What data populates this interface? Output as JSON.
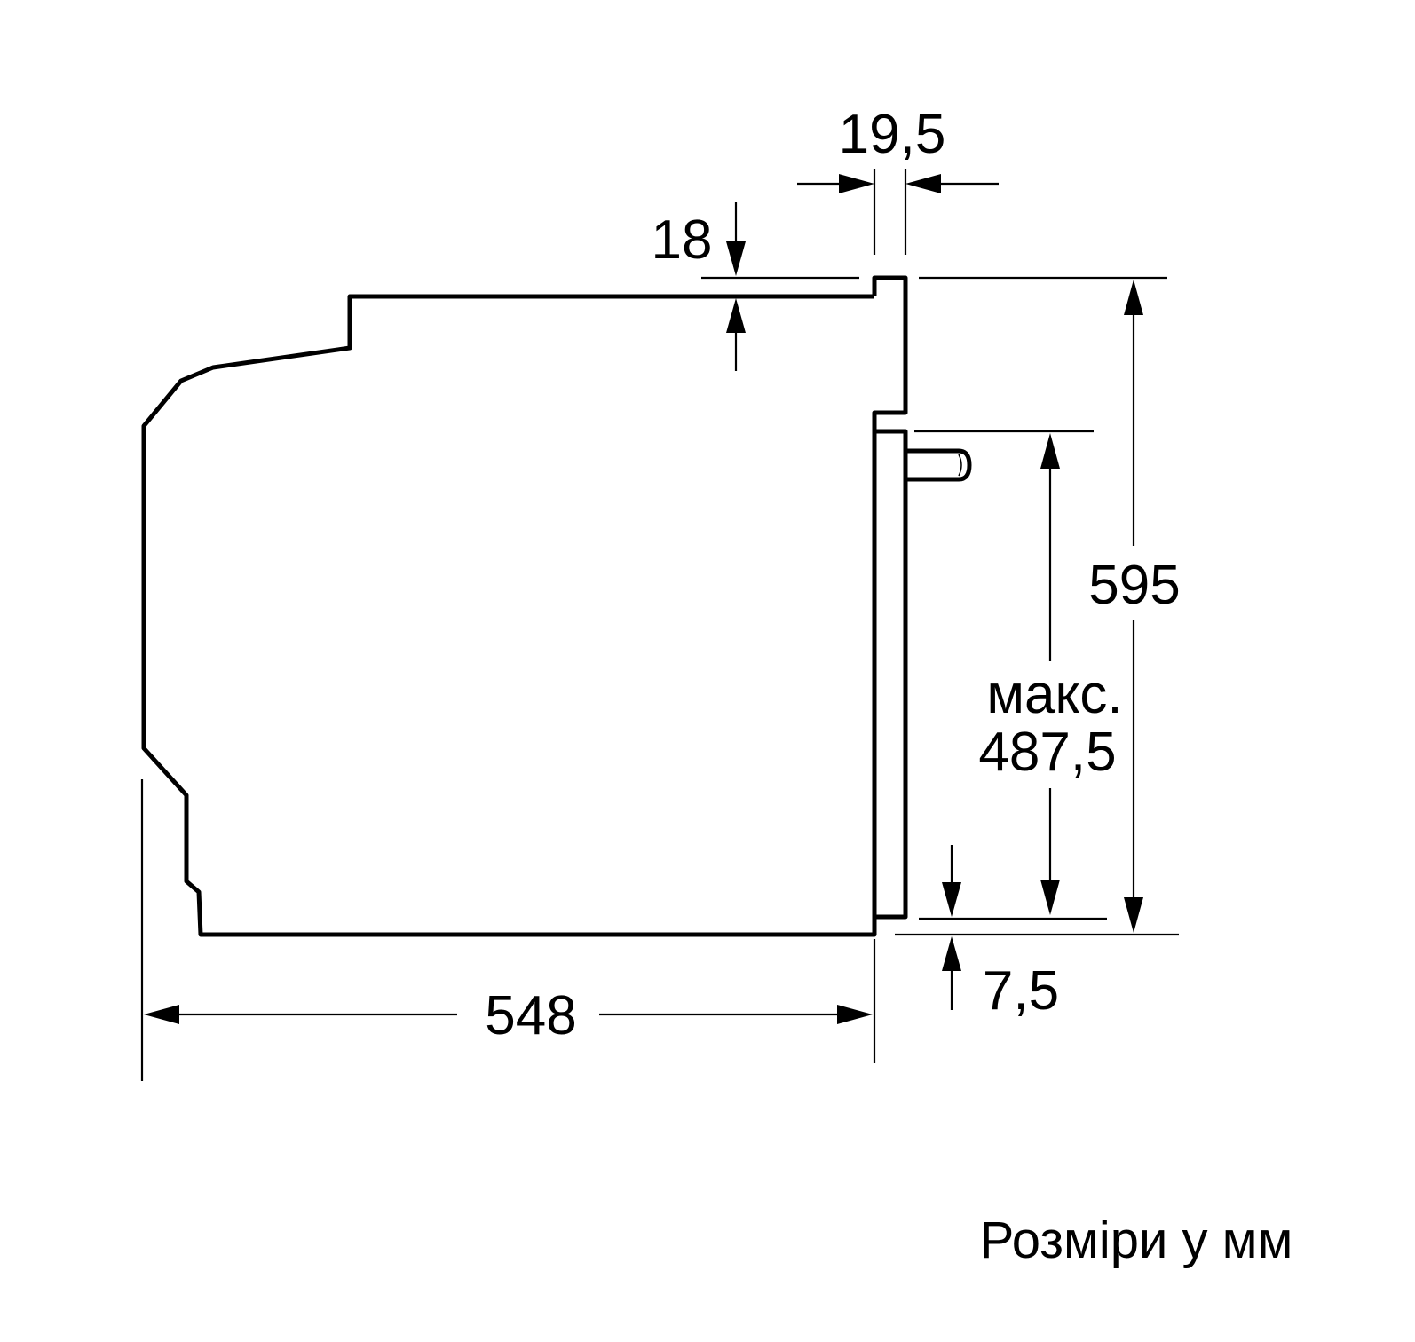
{
  "diagram": {
    "dimensions": {
      "door_thickness": "19,5",
      "top_offset": "18",
      "height": "595",
      "max_label": "макс.",
      "max_height": "487,5",
      "bottom_offset": "7,5",
      "depth": "548"
    },
    "caption": "Розміри у мм",
    "colors": {
      "line": "#000000",
      "background": "#ffffff"
    }
  }
}
